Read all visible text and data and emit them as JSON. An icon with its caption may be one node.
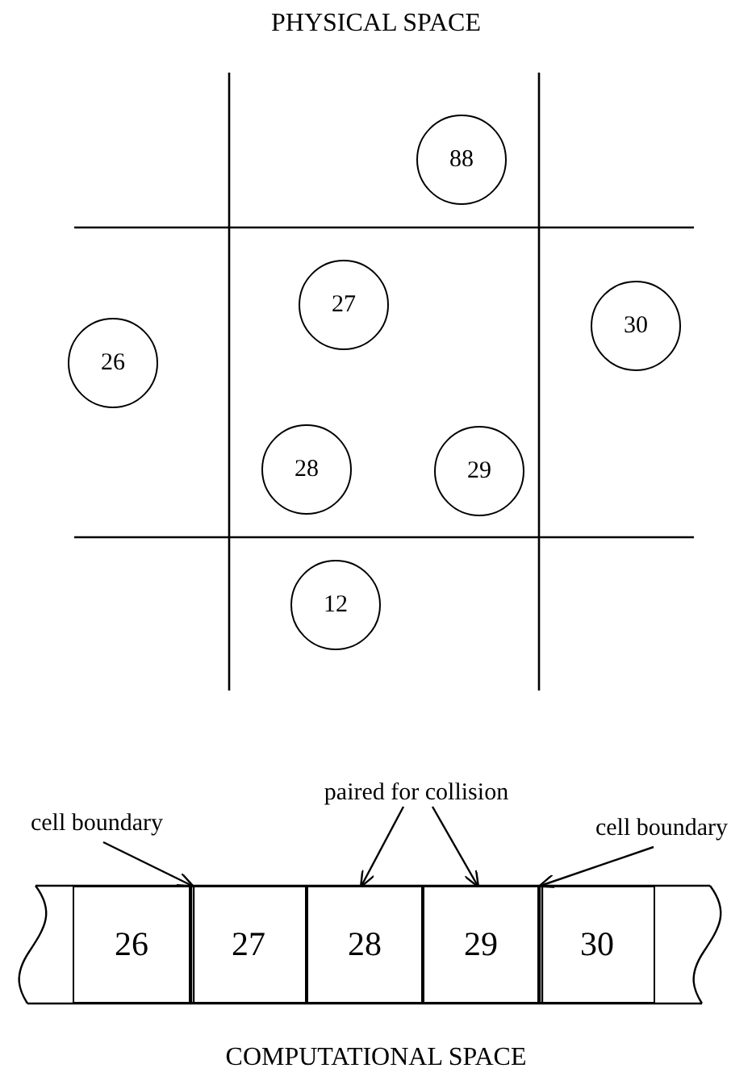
{
  "diagram": {
    "title": "PHYSICAL SPACE",
    "caption": "COMPUTATIONAL SPACE",
    "nodes": [
      {
        "text": [
          "88"
        ]
      },
      {
        "text": [
          "27"
        ]
      },
      {
        "text": [
          "30"
        ]
      },
      {
        "text": [
          "26"
        ]
      },
      {
        "text": [
          "28"
        ]
      },
      {
        "text": [
          "29"
        ]
      },
      {
        "text": [
          "12"
        ]
      },
      {
        "text": [
          "paired for collision"
        ]
      },
      {
        "text": [
          "cell boundary"
        ]
      },
      {
        "text": [
          "cell boundary"
        ]
      },
      {
        "text": [
          "26"
        ]
      },
      {
        "text": [
          "27"
        ]
      },
      {
        "text": [
          "28"
        ]
      },
      {
        "text": [
          "29"
        ]
      },
      {
        "text": [
          "30"
        ]
      }
    ],
    "edges": [
      {
        "from": 7,
        "to": 12,
        "arrow": "to"
      },
      {
        "from": 7,
        "to": 13,
        "arrow": "to"
      },
      {
        "from": 8,
        "to": 11,
        "arrow": "to"
      },
      {
        "from": 9,
        "to": 14,
        "arrow": "to"
      }
    ]
  }
}
